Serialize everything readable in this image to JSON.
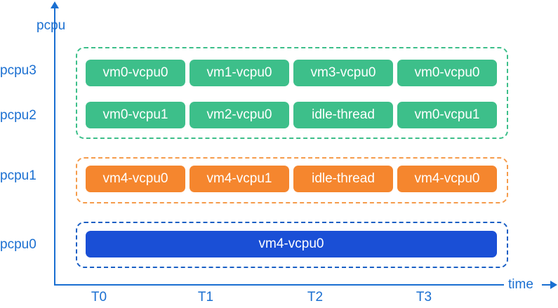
{
  "axes": {
    "y_label": "pcpu",
    "x_label": "time"
  },
  "rows": [
    {
      "label": "pcpu3",
      "group": "green",
      "cells": [
        "vm0-vcpu0",
        "vm1-vcpu0",
        "vm3-vcpu0",
        "vm0-vcpu0"
      ]
    },
    {
      "label": "pcpu2",
      "group": "green",
      "cells": [
        "vm0-vcpu1",
        "vm2-vcpu0",
        "idle-thread",
        "vm0-vcpu1"
      ]
    },
    {
      "label": "pcpu1",
      "group": "orange",
      "cells": [
        "vm4-vcpu0",
        "vm4-vcpu1",
        "idle-thread",
        "vm4-vcpu0"
      ]
    },
    {
      "label": "pcpu0",
      "group": "blue",
      "cells": [
        "vm4-vcpu0"
      ]
    }
  ],
  "time_ticks": [
    "T0",
    "T1",
    "T2",
    "T3"
  ],
  "colors": {
    "axis": "#1a6fd1",
    "green": "#3dbf8a",
    "orange": "#f5862e",
    "blue": "#1a4fd6"
  }
}
